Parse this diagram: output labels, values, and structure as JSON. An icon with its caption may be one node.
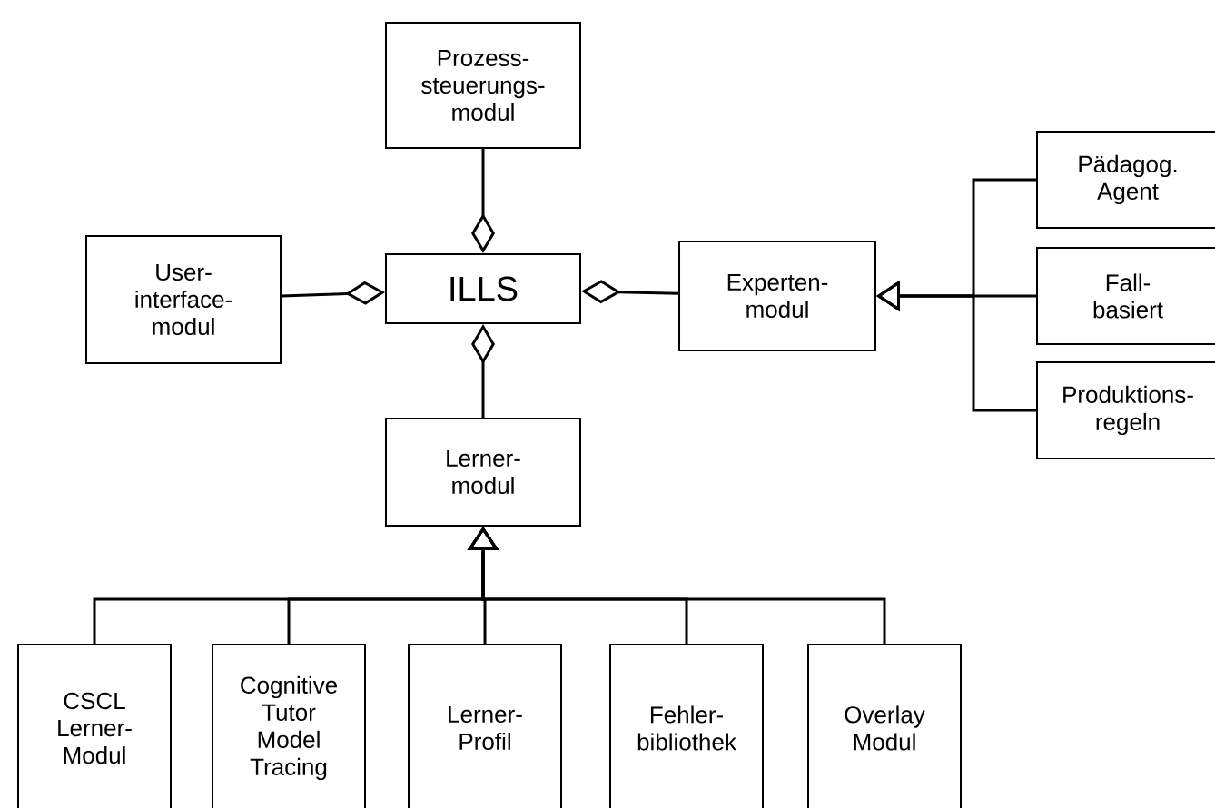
{
  "diagram": {
    "nodes": [
      {
        "text": [
          "Prozess- steuerungs- modul"
        ]
      },
      {
        "text": [
          "User- interface- modul"
        ]
      },
      {
        "text": [
          "ILLS"
        ]
      },
      {
        "text": [
          "Experten- modul"
        ]
      },
      {
        "text": [
          "Pädagog. Agent"
        ]
      },
      {
        "text": [
          "Fall- basiert"
        ]
      },
      {
        "text": [
          "Produktions- regeln"
        ]
      },
      {
        "text": [
          "Lerner- modul"
        ]
      },
      {
        "text": [
          "CSCL Lerner- Modul"
        ]
      },
      {
        "text": [
          "Cognitive Tutor Model Tracing"
        ]
      },
      {
        "text": [
          "Lerner- Profil"
        ]
      },
      {
        "text": [
          "Fehler- bibliothek"
        ]
      },
      {
        "text": [
          "Overlay Modul"
        ]
      }
    ],
    "edges": [
      {
        "from": 0,
        "to": 2,
        "arrow": "other"
      },
      {
        "from": 1,
        "to": 2,
        "arrow": "other"
      },
      {
        "from": 3,
        "to": 2,
        "arrow": "other"
      },
      {
        "from": 7,
        "to": 2,
        "arrow": "other"
      },
      {
        "from": 4,
        "to": 3,
        "arrow": "to"
      },
      {
        "from": 5,
        "to": 3,
        "arrow": "to"
      },
      {
        "from": 6,
        "to": 3,
        "arrow": "to"
      },
      {
        "from": 8,
        "to": 7,
        "arrow": "to"
      },
      {
        "from": 9,
        "to": 7,
        "arrow": "to"
      },
      {
        "from": 10,
        "to": 7,
        "arrow": "to"
      },
      {
        "from": 11,
        "to": 7,
        "arrow": "to"
      },
      {
        "from": 12,
        "to": 7,
        "arrow": "to"
      }
    ]
  }
}
